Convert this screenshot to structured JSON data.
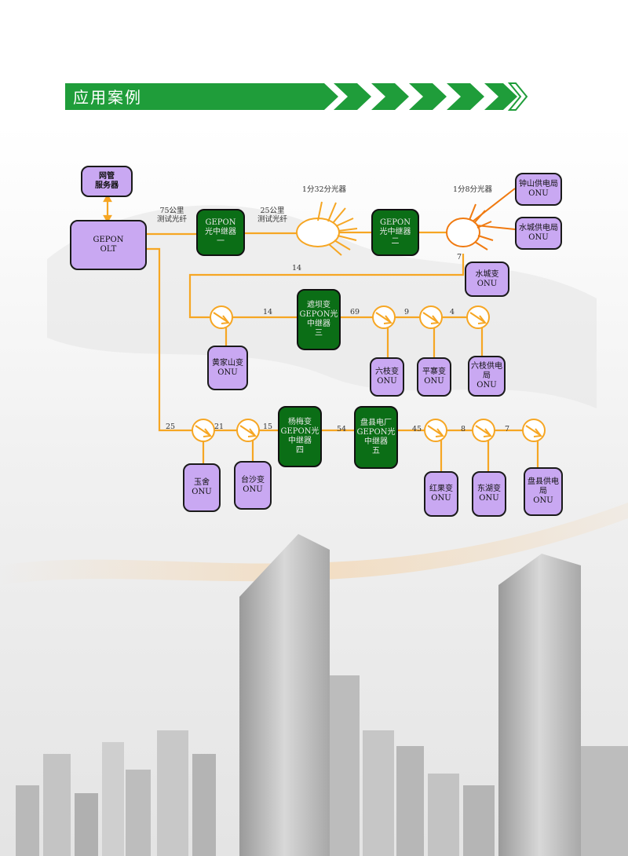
{
  "header": {
    "title": "应用案例"
  },
  "colors": {
    "accent_green": "#1f9d3a",
    "fiber_orange": "#f6a623",
    "splitter_orange": "#f07a10",
    "onu_purple": "#c9a8f2",
    "repeater_green": "#0b6e16"
  },
  "diagram": {
    "nodes": {
      "nms": "网管\n服务器",
      "olt": "GEPON\nOLT",
      "rep1": "GEPON\n光中继器\n一",
      "rep2": "GEPON\n光中继器\n二",
      "rep3": "遮坝变\nGEPON光\n中继器\n三",
      "rep4": "杨梅变\nGEPON光\n中继器\n四",
      "rep5": "盘县电厂\nGEPON光\n中继器\n五",
      "onu_zhongshan": "钟山供电局\nONU",
      "onu_shuicheng_bureau": "水城供电局\nONU",
      "onu_shuicheng": "水城变\nONU",
      "onu_huangjiashan": "黄家山变\nONU",
      "onu_liuzhi": "六枝变\nONU",
      "onu_pingzhai": "平寨变\nONU",
      "onu_liuzhi_bureau": "六枝供电\n局\nONU",
      "onu_yushe": "玉舍\nONU",
      "onu_taisha": "台沙变\nONU",
      "onu_hongguo": "红果变\nONU",
      "onu_donghu": "东湖变\nONU",
      "onu_panxian_bureau": "盘县供电\n局\nONU"
    },
    "labels": {
      "fiber75": "75公里\n测试光纤",
      "fiber25": "25公里\n测试光纤",
      "split32": "1分32分光器",
      "split8": "1分8分光器",
      "d7_top": "7",
      "d14_top": "14",
      "d14_mid": "14",
      "d69": "69",
      "d9": "9",
      "d4": "4",
      "d25": "25",
      "d21": "21",
      "d15": "15",
      "d54": "54",
      "d45": "45",
      "d8": "8",
      "d7_bottom": "7"
    }
  }
}
